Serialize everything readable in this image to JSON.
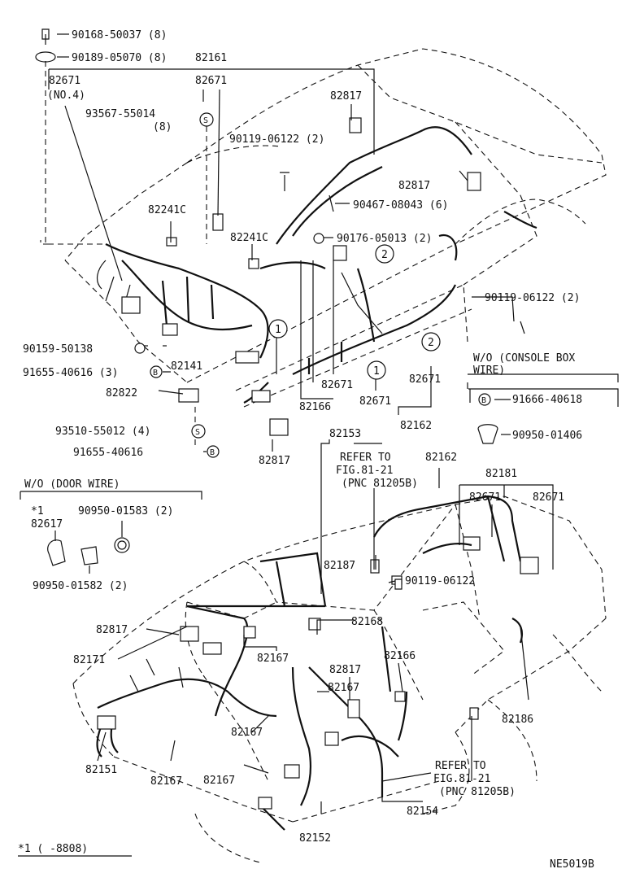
{
  "labels": {
    "p90168": "90168-50037 (8)",
    "p90189": "90189-05070 (8)",
    "p82161": "82161",
    "p82671_no4": "82671",
    "no4": "(NO.4)",
    "p82671_a": "82671",
    "p93567": "93567-55014",
    "p93567_qty": "(8)",
    "p82817_a": "82817",
    "p90119_a": "90119-06122 (2)",
    "p82817_b": "82817",
    "p82241c_a": "82241C",
    "p90467": "90467-08043 (6)",
    "p82241c_b": "82241C",
    "p90176": "90176-05013 (2)",
    "p90119_b": "90119-06122 (2)",
    "p90159": "90159-50138",
    "p91655_a": "91655-40616 (3)",
    "p82141": "82141",
    "p82671_b": "82671",
    "p82671_c": "82671",
    "p82671_d": "82671",
    "p82822": "82822",
    "p82166_a": "82166",
    "p82162_a": "82162",
    "p93510": "93510-55012 (4)",
    "p91655_b": "91655-40616",
    "p82817_c": "82817",
    "wo_console": "W/O  (CONSOLE BOX",
    "wo_console_2": "WIRE)",
    "p91666": "91666-40618",
    "p90950_01406": "90950-01406",
    "p82153": "82153",
    "refer1_a": "REFER TO",
    "refer1_b": "FIG.81-21",
    "refer1_c": "(PNC 81205B)",
    "p82162_b": "82162",
    "p82181": "82181",
    "p82671_e": "82671",
    "p82671_f": "82671",
    "wo_door": "W/O  (DOOR WIRE)",
    "star1": "*1",
    "p82617": "82617",
    "p90950_01583": "90950-01583 (2)",
    "p90950_01582": "90950-01582 (2)",
    "p82187": "82187",
    "p90119_c": "90119-06122",
    "p82817_d": "82817",
    "p82168": "82168",
    "p82171": "82171",
    "p82167_a": "82167",
    "p82166_b": "82166",
    "p82817_e": "82817",
    "p82167_b": "82167",
    "p82167_c": "82167",
    "p82186": "82186",
    "p82151": "82151",
    "p82167_d": "82167",
    "p82167_e": "82167",
    "refer2_a": "REFER TO",
    "refer2_b": "FIG.81-21",
    "refer2_c": "(PNC 81205B)",
    "p82154": "82154",
    "p82152": "82152",
    "footnote": "*1  (     -8808)",
    "code": "NE5019B",
    "circ1_a": "1",
    "circ2_a": "2",
    "circ1_b": "1",
    "circ2_b": "2",
    "s1": "S",
    "s2": "S",
    "b1": "B",
    "b2": "B",
    "b3": "B"
  }
}
